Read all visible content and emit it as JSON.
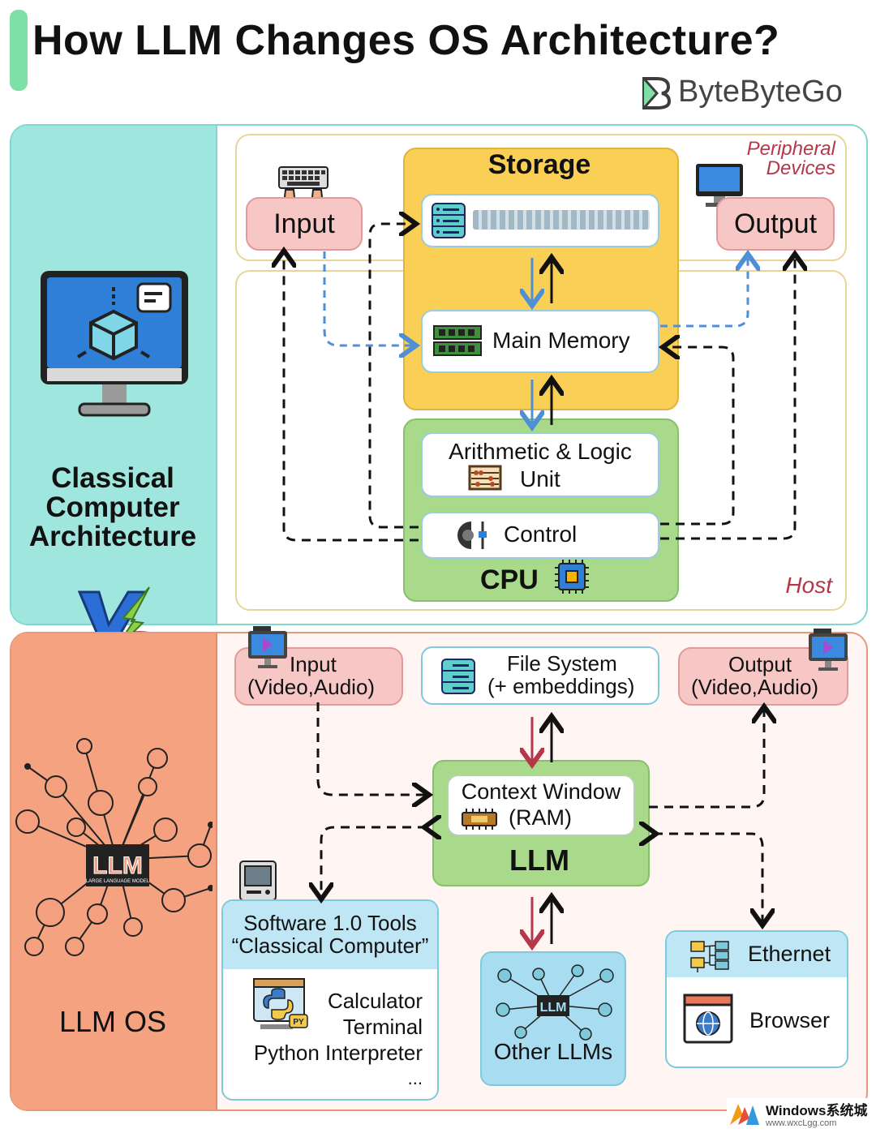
{
  "header": {
    "title": "How LLM Changes OS Architecture?",
    "brand": "ByteByteGo"
  },
  "classical": {
    "section_label_lines": [
      "Classical",
      "Computer",
      "Architecture"
    ],
    "peripheral_label_lines": [
      "Peripheral",
      "Devices"
    ],
    "host_label": "Host",
    "input": "Input",
    "output": "Output",
    "storage": "Storage",
    "main_memory": "Main Memory",
    "alu_lines": [
      "Arithmetic & Logic",
      "Unit"
    ],
    "control": "Control",
    "cpu": "CPU"
  },
  "llm_os": {
    "section_label": "LLM OS",
    "vs_label": "VS",
    "input_lines": [
      "Input",
      "(Video,Audio)"
    ],
    "output_lines": [
      "Output",
      "(Video,Audio)"
    ],
    "file_system_lines": [
      "File System",
      "(+ embeddings)"
    ],
    "context_window_lines": [
      "Context Window",
      "(RAM)"
    ],
    "llm": "LLM",
    "software_tools_lines": [
      "Software 1.0 Tools",
      "“Classical Computer”"
    ],
    "tool_items": [
      "Calculator",
      "Terminal",
      "Python Interpreter",
      "..."
    ],
    "other_llms": "Other LLMs",
    "ethernet": "Ethernet",
    "browser": "Browser",
    "hub_label": "LLM",
    "hub_sub": "LARGE LANGUAGE MODEL"
  },
  "watermark": {
    "line1": "Windows系统城",
    "line2": "www.wxcLgg.com"
  },
  "colors": {
    "classical_bg": "#9ee6de",
    "llm_bg": "#f5a280",
    "storage_yellow": "#f9cf55",
    "cpu_green": "#a9d98a",
    "peripheral_pink": "#f7c7c6",
    "accent_red": "#b4374a",
    "dashed_blue": "#4f8fd6"
  }
}
